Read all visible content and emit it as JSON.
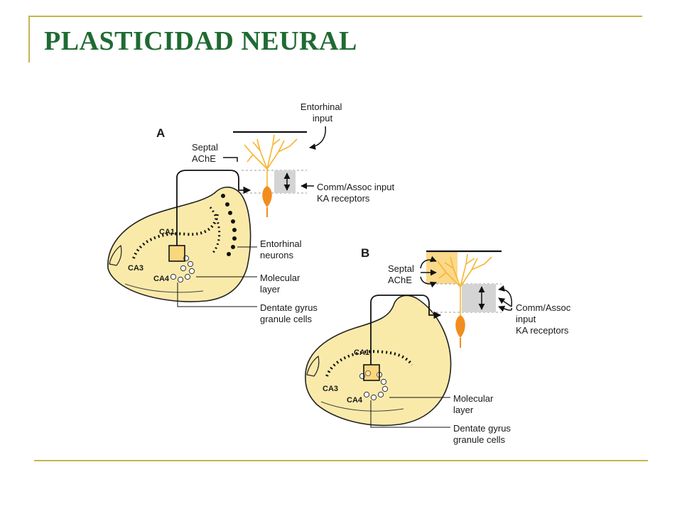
{
  "slide": {
    "title": "PLASTICIDAD NEURAL"
  },
  "panel_a": {
    "letter": "A",
    "entorhinal_input": [
      "Entorhinal",
      "input"
    ],
    "septal_ache": [
      "Septal",
      "AChE"
    ],
    "comm_assoc": [
      "Comm/Assoc input",
      "KA receptors"
    ],
    "entorhinal_neurons": [
      "Entorhinal",
      "neurons"
    ],
    "molecular_layer": [
      "Molecular",
      "layer"
    ],
    "dentate_gyrus": [
      "Dentate gyrus",
      "granule cells"
    ],
    "ca1": "CA1",
    "ca3": "CA3",
    "ca4": "CA4"
  },
  "panel_b": {
    "letter": "B",
    "septal_ache": [
      "Septal",
      "AChE"
    ],
    "comm_assoc": [
      "Comm/Assoc",
      "input",
      "KA receptors"
    ],
    "molecular_layer": [
      "Molecular",
      "layer"
    ],
    "dentate_gyrus": [
      "Dentate gyrus",
      "granule cells"
    ],
    "ca1": "CA1",
    "ca3": "CA3",
    "ca4": "CA4"
  },
  "colors": {
    "title": "#1f6b33",
    "rule": "#c7b350",
    "tissue": "#faeaaa",
    "neuron": "#f28c1e",
    "dendrite": "#f6b530",
    "ache_zone": "#fbd98b",
    "gray_band": "#d4d4d4"
  }
}
